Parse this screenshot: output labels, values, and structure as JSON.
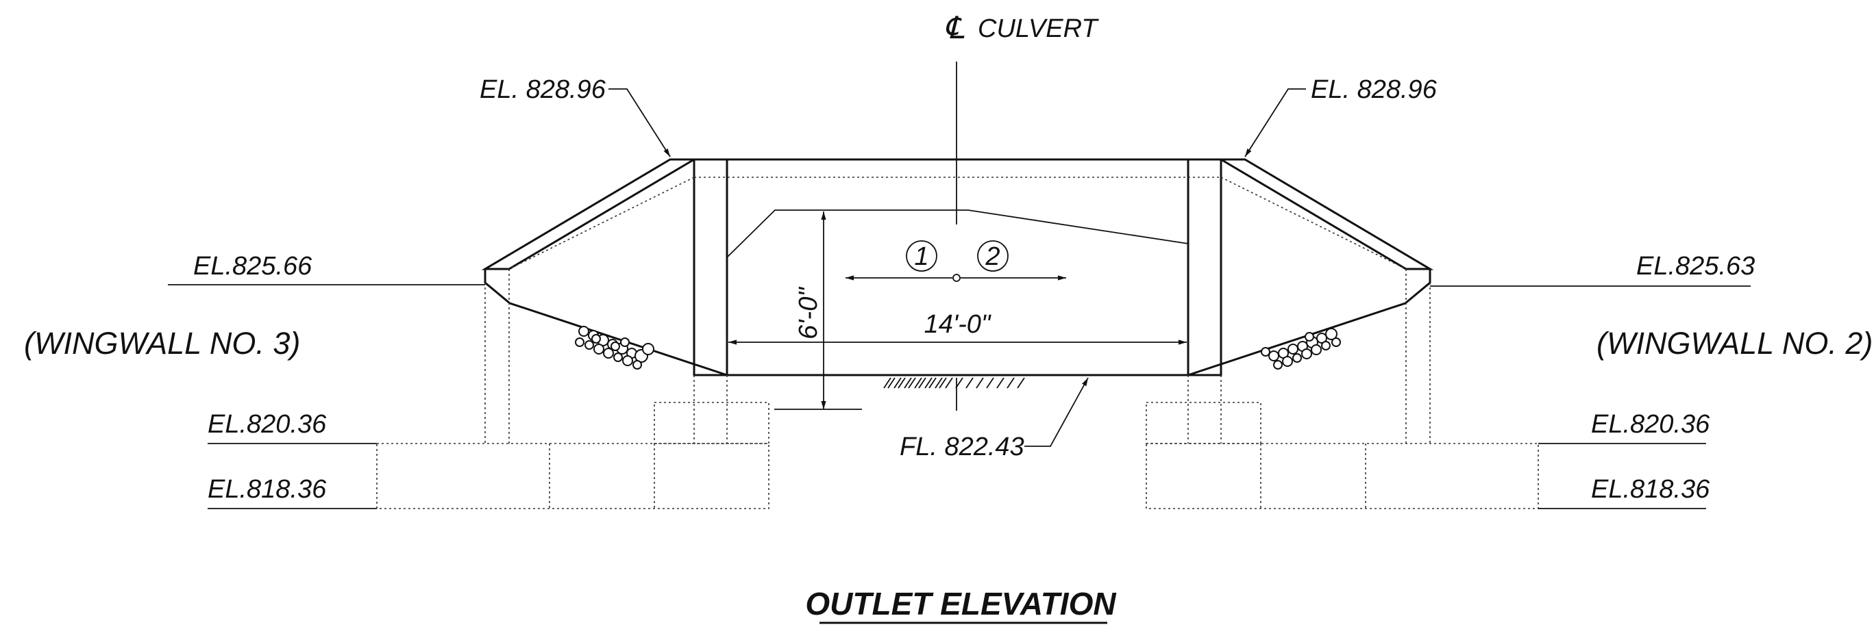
{
  "centerline_symbol": "℄",
  "centerline_label": "CULVERT",
  "elevations": {
    "top_left": "EL. 828.96",
    "top_right": "EL. 828.96",
    "mid_left": "EL.825.66",
    "mid_right": "EL.825.63",
    "footing_top_left": "EL.820.36",
    "footing_top_right": "EL.820.36",
    "footing_bottom_left": "EL.818.36",
    "footing_bottom_right": "EL.818.36",
    "flowline": "FL. 822.43"
  },
  "wingwalls": {
    "left": "(WINGWALL NO. 3)",
    "right": "(WINGWALL NO. 2)"
  },
  "dimensions": {
    "height": "6'-0\"",
    "width": "14'-0\""
  },
  "section_markers": [
    "1",
    "2"
  ],
  "title": "OUTLET ELEVATION"
}
